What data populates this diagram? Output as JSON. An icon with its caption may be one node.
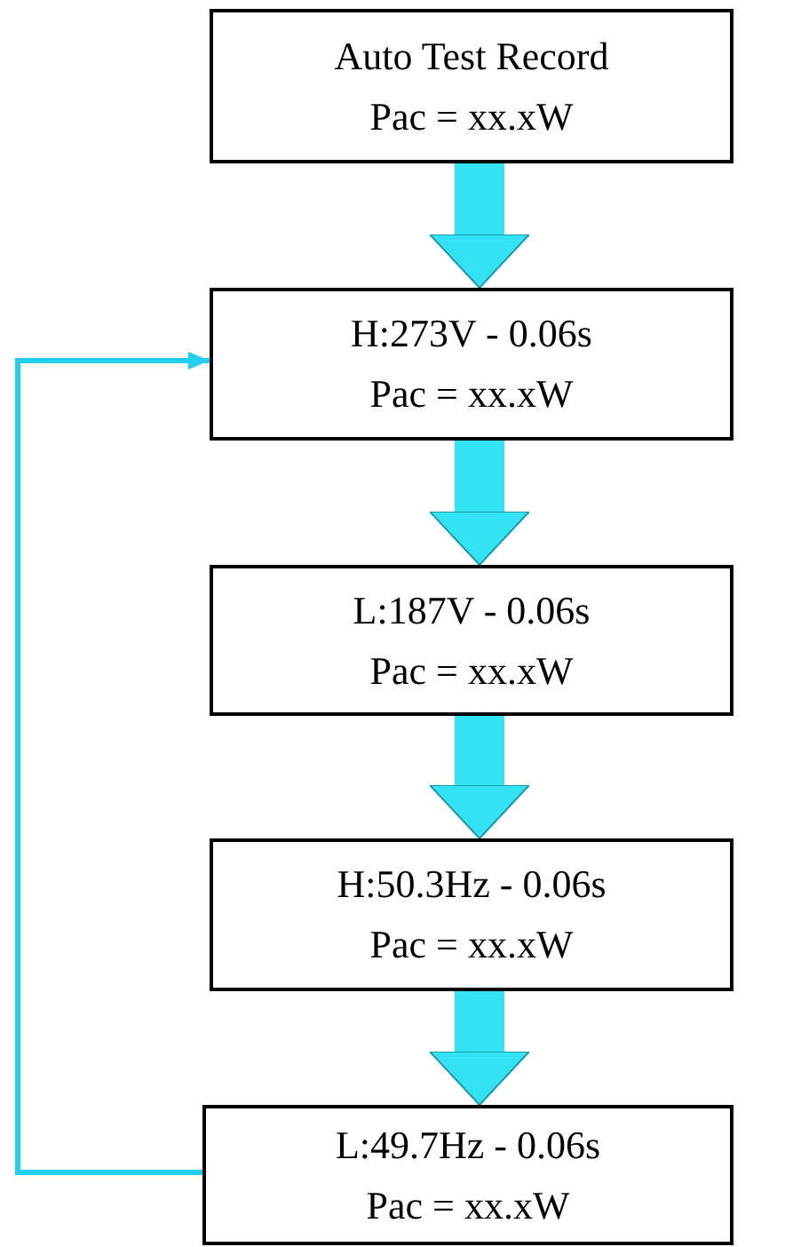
{
  "diagram": {
    "nodes": [
      {
        "text": [
          "Auto Test Record",
          "Pac = xx.xW"
        ]
      },
      {
        "text": [
          "H:273V - 0.06s",
          "Pac = xx.xW"
        ]
      },
      {
        "text": [
          "L:187V - 0.06s",
          "Pac = xx.xW"
        ]
      },
      {
        "text": [
          "H:50.3Hz - 0.06s",
          "Pac = xx.xW"
        ]
      },
      {
        "text": [
          "L:49.7Hz - 0.06s",
          "Pac = xx.xW"
        ]
      }
    ],
    "edges": [
      {
        "from": 0,
        "to": 1,
        "arrow": "to"
      },
      {
        "from": 1,
        "to": 2,
        "arrow": "to"
      },
      {
        "from": 2,
        "to": 3,
        "arrow": "to"
      },
      {
        "from": 3,
        "to": 4,
        "arrow": "to"
      },
      {
        "from": 4,
        "to": 1,
        "arrow": "to"
      }
    ]
  }
}
